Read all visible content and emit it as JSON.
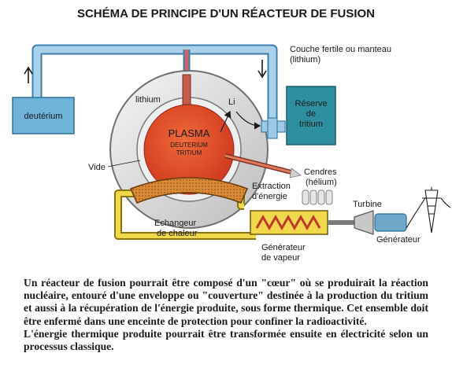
{
  "title": "SCHÉMA DE PRINCIPE D'UN RÉACTEUR DE FUSION",
  "labels": {
    "deuterium_box": "deutérium",
    "blanket_line1": "Couche fertile ou manteau",
    "blanket_line2": "(lithium)",
    "lithium": "lithium",
    "li": "Li",
    "plasma": "PLASMA",
    "plasma_fuel_line1": "DEUTERIUM",
    "plasma_fuel_line2": "TRITIUM",
    "reserve_line1": "Réserve",
    "reserve_line2": "de",
    "reserve_line3": "tritium",
    "vide": "Vide",
    "cendres_line1": "Cendres",
    "cendres_line2": "(hélium)",
    "extraction_line1": "Extraction",
    "extraction_line2": "d'énergie",
    "turbine": "Turbine",
    "echangeur_line1": "Echangeur",
    "echangeur_line2": "de chaleur",
    "generateur": "Générateur",
    "gen_vapeur_line1": "Générateur",
    "gen_vapeur_line2": "de vapeur"
  },
  "caption": {
    "p1": "Un réacteur de fusion pourrait être composé d'un \"cœur\" où se produirait la réaction nucléaire, entouré d'une enveloppe ou \"couverture\" destinée à la production du tritium et aussi à la récupération de l'énergie produite, sous forme thermique. Cet ensemble doit être enfermé dans une enceinte de protection pour confiner la radioactivité.",
    "p2": "L'énergie thermique produite pourrait être transformée ensuite en électricité selon un processus classique."
  },
  "colors": {
    "pipe_blue": "#9ec9e4",
    "pipe_blue_edge": "#3e7fae",
    "deuterium_fill": "#6fb3d9",
    "reserve_fill": "#2e8fa0",
    "plasma_red": "#e0401e",
    "blanket_grey": "#dcdcdc",
    "pipe_yellow": "#f1d84a",
    "exchanger_orange": "#c77a2a"
  }
}
